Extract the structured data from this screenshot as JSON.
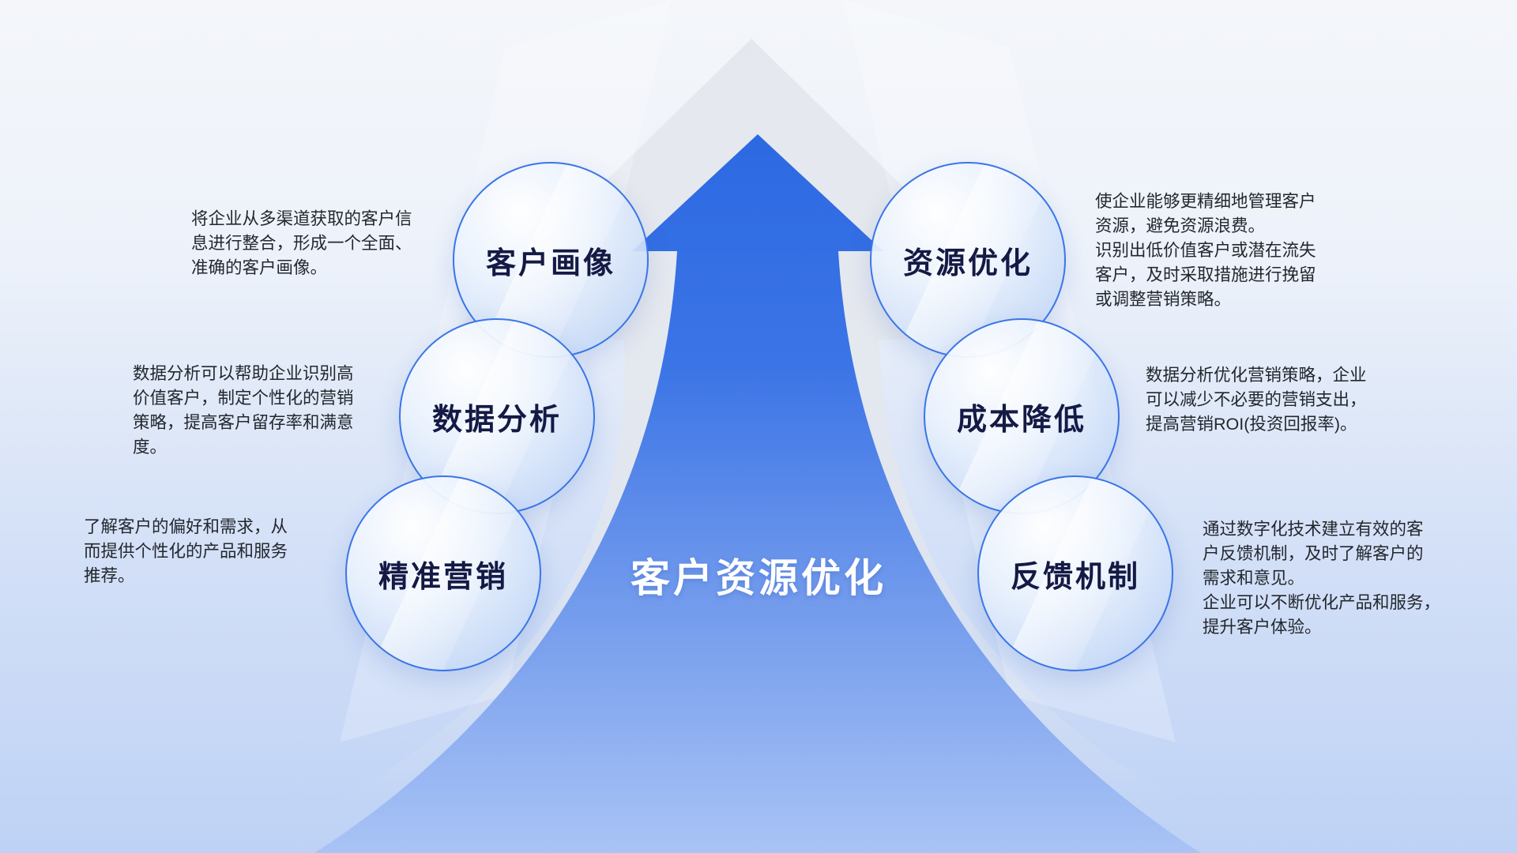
{
  "title": "客户资源优化",
  "colors": {
    "arrow_blue_top": "#2c69e2",
    "arrow_blue_bottom": "#a9c3f5",
    "ghost_gray": "#e4e7ed",
    "circle_stroke": "#3a75e8",
    "circle_label": "#141a45",
    "body_text": "#23272e",
    "background_top": "#f4f6fa",
    "background_bottom": "#bed2f5"
  },
  "items": [
    {
      "side": "left",
      "label": "客户画像",
      "description": "将企业从多渠道获取的客户信\n息进行整合，形成一个全面、\n准确的客户画像。"
    },
    {
      "side": "left",
      "label": "数据分析",
      "description": "数据分析可以帮助企业识别高\n价值客户，制定个性化的营销\n策略，提高客户留存率和满意\n度。"
    },
    {
      "side": "left",
      "label": "精准营销",
      "description": "了解客户的偏好和需求，从\n而提供个性化的产品和服务\n推荐。"
    },
    {
      "side": "right",
      "label": "资源优化",
      "description": "使企业能够更精细地管理客户\n资源，避免资源浪费。\n识别出低价值客户或潜在流失\n客户，及时采取措施进行挽留\n或调整营销策略。"
    },
    {
      "side": "right",
      "label": "成本降低",
      "description": "数据分析优化营销策略，企业\n可以减少不必要的营销支出，\n提高营销ROI(投资回报率)。"
    },
    {
      "side": "right",
      "label": "反馈机制",
      "description": "通过数字化技术建立有效的客\n户反馈机制，及时了解客户的\n需求和意见。\n企业可以不断优化产品和服务，\n提升客户体验。"
    }
  ]
}
